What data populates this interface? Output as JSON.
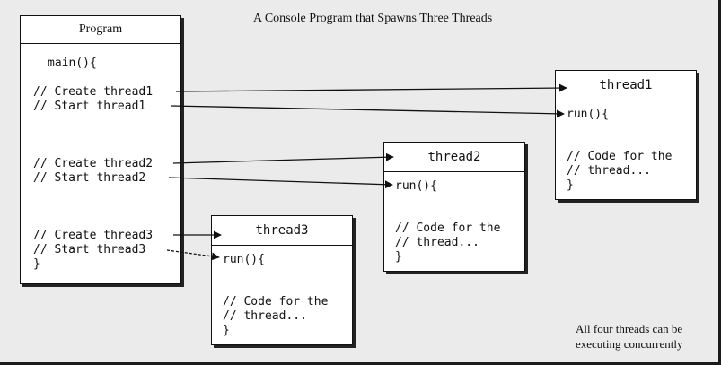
{
  "title": "A Console Program that Spawns Three Threads",
  "footnote": [
    "All four threads can be",
    "executing concurrently"
  ],
  "program": {
    "heading": "Program",
    "lines": {
      "main": "main(){",
      "create1": "// Create thread1",
      "start1": "// Start thread1",
      "create2": "// Create thread2",
      "start2": "// Start thread2",
      "create3": "// Create thread3",
      "start3": "// Start thread3",
      "close": "}"
    }
  },
  "threads": [
    {
      "name": "thread1",
      "lines": [
        "run(){",
        "// Code for the",
        "// thread...",
        "}"
      ]
    },
    {
      "name": "thread2",
      "lines": [
        "run(){",
        "// Code for the",
        "// thread...",
        "}"
      ]
    },
    {
      "name": "thread3",
      "lines": [
        "run(){",
        "// Code for the",
        "// thread...",
        "}"
      ]
    }
  ]
}
